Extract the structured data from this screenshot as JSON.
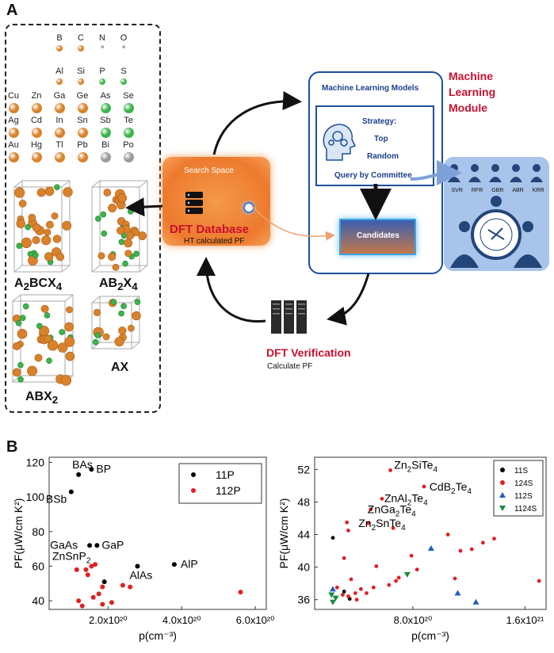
{
  "panel_a": {
    "letter": "A",
    "elements": [
      [
        "B",
        "C",
        "N",
        "O"
      ],
      [
        "Al",
        "Si",
        "P",
        "S"
      ],
      [
        "Cu",
        "Zn",
        "Ga",
        "Ge",
        "As",
        "Se"
      ],
      [
        "Ag",
        "Cd",
        "In",
        "Sn",
        "Sb",
        "Te"
      ],
      [
        "Au",
        "Hg",
        "Tl",
        "Pb",
        "Bi",
        "Po"
      ]
    ],
    "structures": {
      "a2bcx4": "A2BCX4",
      "ab2x4": "AB2X4",
      "abx2": "ABX2",
      "ax": "AX"
    },
    "search_space": "Search Space",
    "dft_database": "DFT Database",
    "ht_calculated": "HT calculated PF",
    "ml_models": "Machine Learning Models",
    "strategy": "Strategy:",
    "top": "Top",
    "random": "Random",
    "qbc": "Query by Committee",
    "candidates": "Candidates",
    "ml_module": [
      "Machine",
      "Learning",
      "Module"
    ],
    "committee": [
      "SVR",
      "RFR",
      "GBR",
      "ABR",
      "KRR"
    ],
    "dft_verification": "DFT Verification",
    "calculate_pf": "Calculate PF",
    "colors": {
      "orange": "#f07a2a",
      "accent_red": "#c8102e",
      "blue": "#1c4f9c",
      "light_blue": "#a9c4ea"
    }
  },
  "panel_b": {
    "letter": "B",
    "chart_data": [
      {
        "type": "scatter",
        "xlabel": "p(cm⁻³)",
        "ylabel": "PF(μW/cm K²)",
        "xlim": [
          4e+19,
          6.3e+20
        ],
        "ylim": [
          35,
          123
        ],
        "xticks": [
          "2.0x10²⁰",
          "4.0x10²⁰",
          "6.0x10²⁰"
        ],
        "xtick_values": [
          2e+20,
          4e+20,
          6e+20
        ],
        "yticks": [
          40,
          60,
          80,
          100,
          120
        ],
        "legend": "top-right",
        "series": [
          {
            "name": "11P",
            "color": "#000000",
            "points": [
              [
                1.55e+20,
                116
              ],
              [
                1.2e+20,
                113
              ],
              [
                1e+20,
                103
              ],
              [
                1.5e+20,
                72
              ],
              [
                1.7e+20,
                72
              ],
              [
                1.9e+20,
                51
              ],
              [
                2.8e+20,
                60
              ],
              [
                3.8e+20,
                61
              ]
            ],
            "labels": [
              "BP",
              "BAs",
              "BSb",
              "GaAs",
              "GaP",
              "",
              "AlAs",
              "AlP"
            ]
          },
          {
            "name": "112P",
            "color": "#e02020",
            "points": [
              [
                1.15e+20,
                58
              ],
              [
                1.4e+20,
                58
              ],
              [
                1.55e+20,
                60
              ],
              [
                1.65e+20,
                61
              ],
              [
                1.45e+20,
                55
              ],
              [
                1.75e+20,
                44
              ],
              [
                1.6e+20,
                42
              ],
              [
                1.2e+20,
                40
              ],
              [
                1.3e+20,
                37
              ],
              [
                1.85e+20,
                38
              ],
              [
                2.1e+20,
                39
              ],
              [
                1.85e+20,
                48
              ],
              [
                2.4e+20,
                49
              ],
              [
                2.6e+20,
                48
              ],
              [
                5.6e+20,
                45
              ]
            ]
          }
        ],
        "annotation_extra": "ZnSnP2"
      },
      {
        "type": "scatter",
        "xlabel": "p(cm⁻³)",
        "ylabel": "PF(μW/cm K²)",
        "xlim": [
          1e+20,
          1.75e+21
        ],
        "ylim": [
          34.8,
          53.5
        ],
        "xticks": [
          "8.0x10²⁰",
          "1.6x10²¹"
        ],
        "xtick_values": [
          8e+20,
          1.6e+21
        ],
        "yticks": [
          36,
          40,
          44,
          48,
          52
        ],
        "legend": "top-right",
        "series": [
          {
            "name": "11S",
            "color": "#000000",
            "marker": "circle",
            "points": [
              [
                2.3e+20,
                43.6
              ],
              [
                3.1e+20,
                37.0
              ],
              [
                3.5e+20,
                36.1
              ]
            ]
          },
          {
            "name": "124S",
            "color": "#e02020",
            "marker": "circle",
            "points": [
              [
                6.4e+20,
                51.9
              ],
              [
                8.8e+20,
                49.9
              ],
              [
                5.8e+20,
                48.4
              ],
              [
                5e+20,
                47.1
              ],
              [
                4.8e+20,
                45.4
              ],
              [
                3.3e+20,
                45.5
              ],
              [
                3.4e+20,
                44.5
              ],
              [
                6.6e+20,
                44.8
              ],
              [
                7.9e+20,
                41.4
              ],
              [
                8.3e+20,
                39.7
              ],
              [
                1.05e+21,
                44.0
              ],
              [
                1.14e+21,
                42.0
              ],
              [
                1.22e+21,
                42.2
              ],
              [
                1.3e+21,
                43.0
              ],
              [
                1.38e+21,
                43.5
              ],
              [
                1.7e+21,
                38.3
              ],
              [
                3.1e+20,
                41.1
              ],
              [
                5.4e+20,
                40.1
              ],
              [
                6.8e+20,
                38.3
              ],
              [
                7e+20,
                38.7
              ],
              [
                3.6e+20,
                38.5
              ],
              [
                4.3e+20,
                37.3
              ],
              [
                4.7e+20,
                36.8
              ],
              [
                5.2e+20,
                37.5
              ],
              [
                6.3e+20,
                37.8
              ],
              [
                1.1e+21,
                38.6
              ],
              [
                3.9e+20,
                36.8
              ],
              [
                3.4e+20,
                36.4
              ],
              [
                3e+20,
                36.6
              ],
              [
                2.6e+20,
                37.5
              ],
              [
                4e+20,
                36.0
              ]
            ]
          },
          {
            "name": "112S",
            "color": "#1f5fbf",
            "marker": "triangle-up",
            "points": [
              [
                9.3e+20,
                42.3
              ],
              [
                1.12e+21,
                36.8
              ],
              [
                1.25e+21,
                35.7
              ],
              [
                2.3e+20,
                37.3
              ]
            ]
          },
          {
            "name": "1124S",
            "color": "#1a8a3a",
            "marker": "triangle-down",
            "points": [
              [
                2.2e+20,
                36.6
              ],
              [
                2.5e+20,
                36.2
              ],
              [
                2.3e+20,
                35.7
              ],
              [
                7.6e+20,
                39.1
              ]
            ]
          }
        ],
        "labels": [
          "Zn2SiTe4",
          "CdB2Te4",
          "ZnAl2Te4",
          "ZnGa2Te4",
          "Zn2SnTe4"
        ]
      }
    ]
  }
}
